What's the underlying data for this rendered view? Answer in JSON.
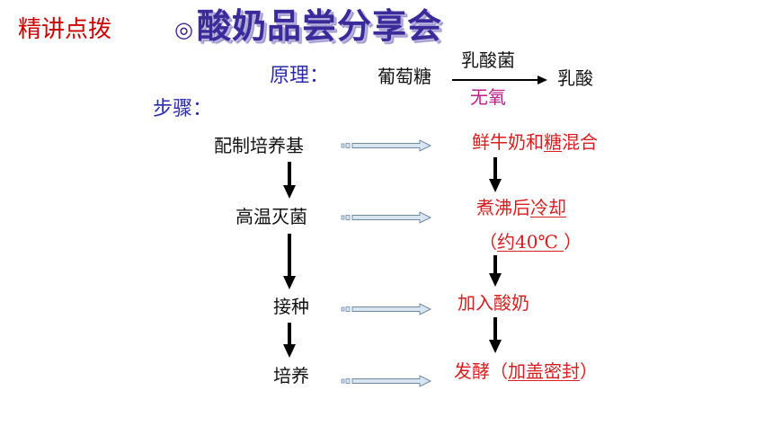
{
  "header": {
    "tag": "精讲点拨",
    "bullet": "◎",
    "title": "酸奶品尝分享会"
  },
  "principle": {
    "label": "原理：",
    "reactant": "葡萄糖",
    "catalyst": "乳酸菌",
    "condition": "无氧",
    "product": "乳酸"
  },
  "steps_label": "步骤：",
  "steps": [
    "配制培养基",
    "高温灭菌",
    "接种",
    "培养"
  ],
  "details": {
    "d1": {
      "pre": "鲜牛奶和",
      "u": "糖",
      "post": "混合"
    },
    "d2": {
      "pre": "煮沸后",
      "u": "冷却"
    },
    "d3": {
      "pre": "（",
      "u": "约40℃ ",
      "post": "）"
    },
    "d4": {
      "pre": "加入酸奶"
    },
    "d5": {
      "pre": "发酵（",
      "u": "加盖密封",
      "post": "）"
    }
  },
  "colors": {
    "title": "#3a2a9a",
    "tag": "#cc0000",
    "label_blue": "#2b2bb0",
    "detail_red": "#d81e1e",
    "condition_magenta": "#c0208a",
    "arrow_fill": "#d8e4f0",
    "arrow_stroke": "#6f8aa8"
  }
}
